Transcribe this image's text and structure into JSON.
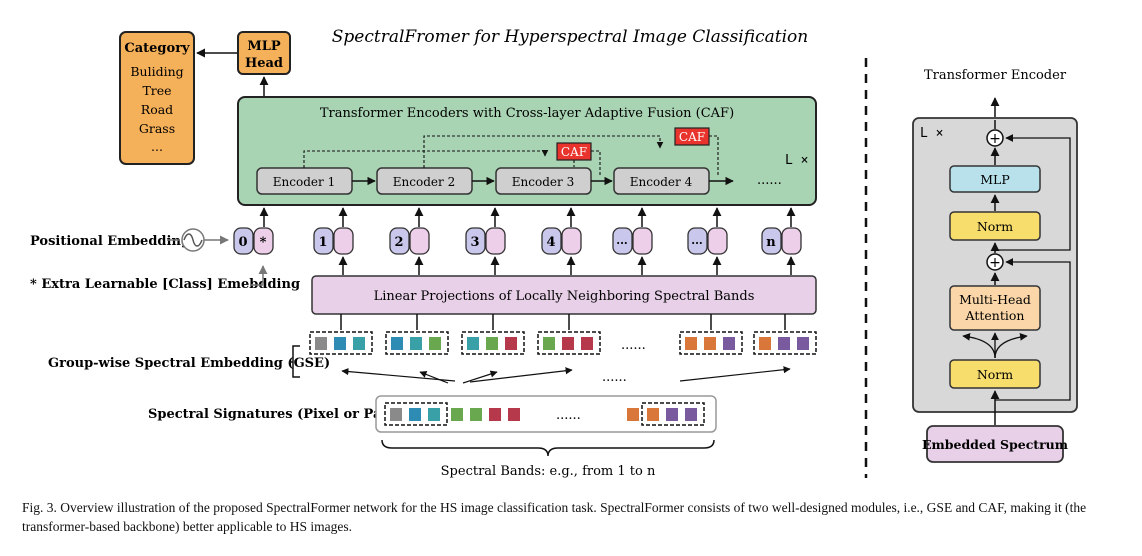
{
  "title": "SpectralFromer for Hyperspectral Image Classification",
  "category_box": {
    "title": "Category",
    "items": [
      "Buliding",
      "Tree",
      "Road",
      "Grass",
      "..."
    ]
  },
  "mlp_head": {
    "line1": "MLP",
    "line2": "Head"
  },
  "encoders_panel": {
    "title": "Transformer Encoders with Cross-layer Adaptive Fusion (CAF)",
    "repeat": "L ×",
    "encoders": [
      "Encoder 1",
      "Encoder 2",
      "Encoder 3",
      "Encoder 4"
    ],
    "ellipsis": "......",
    "caf": "CAF"
  },
  "positional_embedding": "Positional Embedding",
  "class_embedding_note": "* Extra Learnable [Class] Emebdding",
  "token_ids": [
    "0",
    "1",
    "2",
    "3",
    "4",
    "...",
    "...",
    "n"
  ],
  "class_token_mark": "*",
  "linear_projection": "Linear Projections of Locally Neighboring Spectral Bands",
  "gse_label": "Group-wise Spectral Embedding (GSE)",
  "gse_ellipsis": "......",
  "signatures_label": "Spectral Signatures (Pixel or Patch)",
  "signatures_ellipsis": "......",
  "bands_label": "Spectral Bands: e.g., from 1 to n",
  "right_panel": {
    "title": "Transformer Encoder",
    "repeat": "L ×",
    "mlp": "MLP",
    "norm_top": "Norm",
    "attention_line1": "Multi-Head",
    "attention_line2": "Attention",
    "norm_bottom": "Norm",
    "embedded_spectrum": "Embedded Spectrum"
  },
  "caption": "Fig. 3.   Overview illustration of the proposed SpectralFormer network for the HS image classification task. SpectralFormer consists of two well-designed modules, i.e., GSE and CAF, making it (the transformer-based backbone) better applicable to HS images.",
  "colors": {
    "orange": "#f5b05a",
    "green_panel": "#a9d4b3",
    "encoder_gray": "#cfcfcf",
    "caf_red": "#e8342c",
    "pink": "#e8d0e8",
    "token_blue": "#c9c8ec",
    "token_pink": "#edcfe9",
    "mlp_blue": "#b8e1ec",
    "norm_yellow": "#f7dd6c",
    "attention_orange": "#fad6a8",
    "right_panel_gray": "#d8d8d8"
  }
}
